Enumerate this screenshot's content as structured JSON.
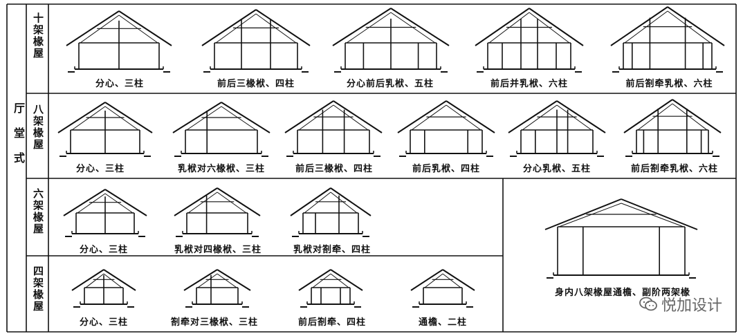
{
  "category": "厅堂式",
  "groups": [
    {
      "name": "十架椽屋",
      "items": [
        "分心、三柱",
        "前后三椽栿、四柱",
        "分心前后乳栿、五柱",
        "前后并乳栿、六柱",
        "前后劄牵乳栿、六柱"
      ]
    },
    {
      "name": "八架椽屋",
      "items": [
        "分心、三柱",
        "乳栿对六椽栿、三柱",
        "前后三椽栿、四柱",
        "前后乳栿、四柱",
        "分心乳栿、五柱",
        "前后劄牵乳栿、六柱"
      ]
    },
    {
      "name": "六架椽屋",
      "items": [
        "分心、三柱",
        "乳栿对四椽栿、三柱",
        "乳栿对劄牵、四柱"
      ]
    },
    {
      "name": "四架椽屋",
      "items": [
        "分心、三柱",
        "劄牵对三椽栿、三柱",
        "前后劄牵、四柱",
        "通檐、二柱"
      ]
    }
  ],
  "special": {
    "caption": "身内八架椽屋通檐、副阶两架椽"
  },
  "watermark": {
    "text": "悦加设计",
    "icon": "wechat-icon"
  },
  "colors": {
    "ink": "#111111",
    "watermark": "#666666"
  }
}
